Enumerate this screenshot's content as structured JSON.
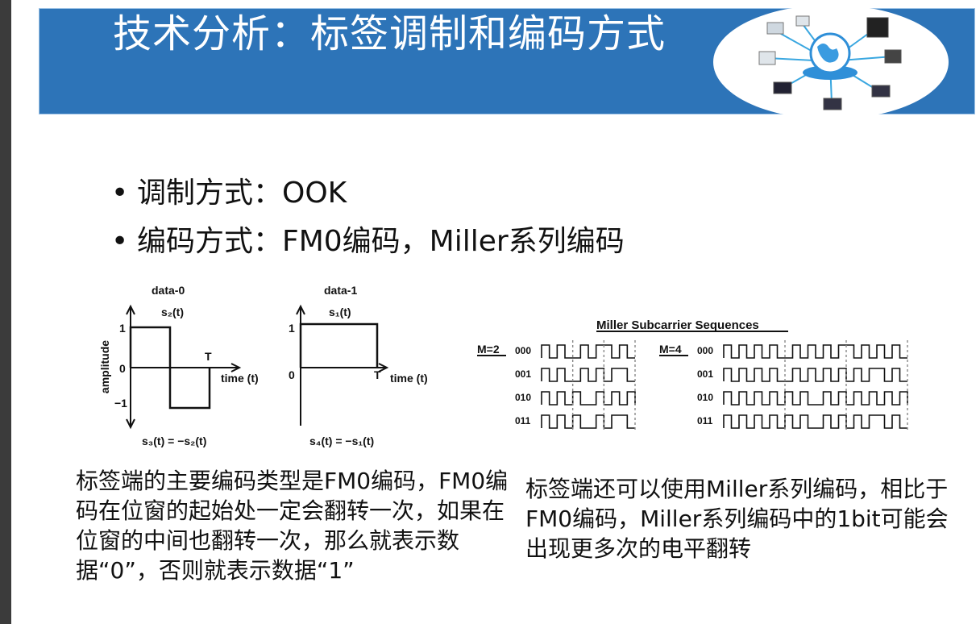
{
  "slide": {
    "title": "技术分析：标签调制和编码方式",
    "bullets": [
      {
        "label": "调制方式：OOK"
      },
      {
        "label": "编码方式：FM0编码，Miller系列编码"
      }
    ],
    "paragraph_left": "标签端的主要编码类型是FM0编码，FM0编码在位窗的起始处一定会翻转一次，如果在位窗的中间也翻转一次，那么就表示数据“0”，否则就表示数据“1”",
    "paragraph_right": "标签端还可以使用Miller系列编码，相比于FM0编码，Miller系列编码中的1bit可能会出现更多次的电平翻转"
  },
  "fm0_figure": {
    "data0_title": "data-0",
    "data1_title": "data-1",
    "s2_label": "s₂(t)",
    "s1_label": "s₁(t)",
    "y_axis_label": "amplitude",
    "tick_1": "1",
    "tick_0": "0",
    "tick_neg1": "−1",
    "t_label": "T",
    "time_label": "time (t)",
    "s3_formula": "s₃(t) = −s₂(t)",
    "s4_formula": "s₄(t) = −s₁(t)",
    "waveform_data0": [
      1,
      -1
    ],
    "waveform_data1": [
      1,
      1
    ]
  },
  "miller_figure": {
    "title": "Miller Subcarrier Sequences",
    "m2_label": "M=2",
    "m4_label": "M=4",
    "rows": [
      "000",
      "001",
      "010",
      "011"
    ],
    "m2_rows": [
      {
        "code": "000",
        "bits": [
          0,
          0,
          0
        ]
      },
      {
        "code": "001",
        "bits": [
          0,
          0,
          1
        ]
      },
      {
        "code": "010",
        "bits": [
          0,
          1,
          0
        ]
      },
      {
        "code": "011",
        "bits": [
          0,
          1,
          1
        ]
      }
    ],
    "m4_rows": [
      {
        "code": "000",
        "bits": [
          0,
          0,
          0
        ]
      },
      {
        "code": "001",
        "bits": [
          0,
          0,
          1
        ]
      },
      {
        "code": "010",
        "bits": [
          0,
          1,
          0
        ]
      },
      {
        "code": "011",
        "bits": [
          0,
          1,
          1
        ]
      }
    ]
  },
  "colors": {
    "title_bar": "#2d74b8",
    "title_text": "#ffffff",
    "body_text": "#111111"
  }
}
